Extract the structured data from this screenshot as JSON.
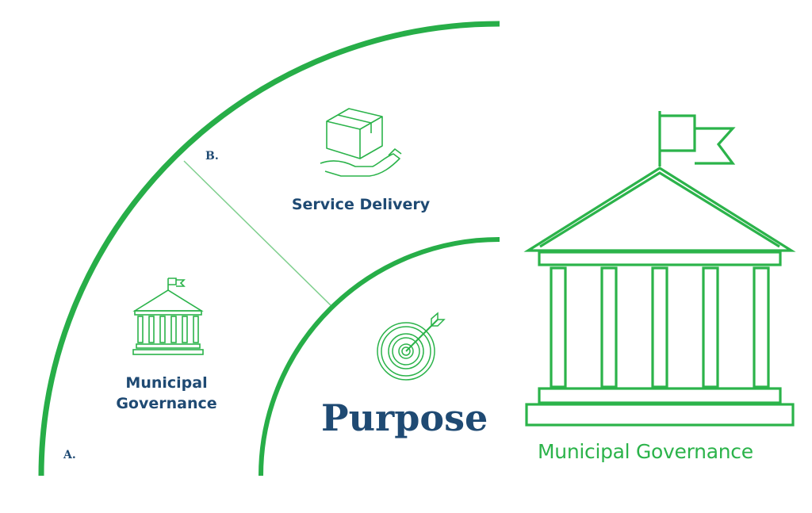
{
  "diagram": {
    "marker_a": "A.",
    "marker_b": "B.",
    "section_a": {
      "label_line1": "Municipal",
      "label_line2": "Governance",
      "icon": "government-building-icon"
    },
    "section_b": {
      "label": "Service Delivery",
      "icon": "package-in-hand-icon"
    },
    "center": {
      "label": "Purpose",
      "icon": "target-arrow-icon"
    }
  },
  "feature": {
    "label": "Municipal Governance",
    "icon": "government-building-flag-icon"
  },
  "colors": {
    "green": "#27ae48",
    "green_line": "#2bb34a",
    "navy": "#1f4a73"
  }
}
